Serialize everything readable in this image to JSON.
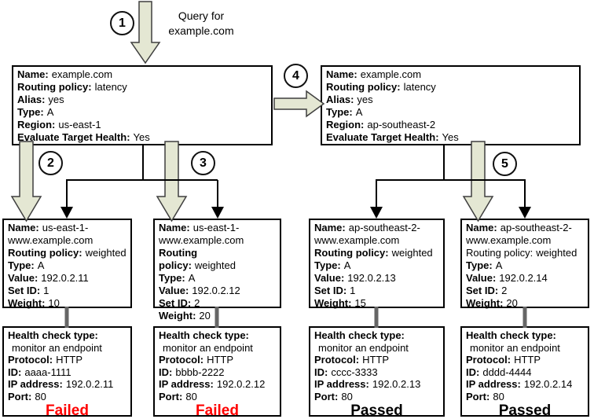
{
  "query": {
    "step": "1",
    "text": "Query for example.com"
  },
  "step_badges": [
    "1",
    "2",
    "3",
    "4",
    "5"
  ],
  "colors": {
    "arrow_fill": "#e4e7d3",
    "failed": "#ff0000",
    "passed": "#000000",
    "link_gray": "#666666"
  },
  "latency_records": [
    {
      "fields": [
        {
          "label": "Name:",
          "value": "example.com"
        },
        {
          "label": "Routing policy:",
          "value": "latency"
        },
        {
          "label": "Alias:",
          "value": "yes"
        },
        {
          "label": "Type:",
          "value": "A"
        },
        {
          "label": "Region:",
          "value": "us-east-1"
        },
        {
          "label": "Evaluate Target Health:",
          "value": "Yes"
        }
      ]
    },
    {
      "fields": [
        {
          "label": "Name:",
          "value": "example.com"
        },
        {
          "label": "Routing policy:",
          "value": "latency"
        },
        {
          "label": "Alias:",
          "value": "yes"
        },
        {
          "label": "Type:",
          "value": "A"
        },
        {
          "label": "Region:",
          "value": "ap-southeast-2"
        },
        {
          "label": "Evaluate Target Health:",
          "value": "Yes"
        }
      ]
    }
  ],
  "weighted_records": [
    {
      "fields": [
        {
          "label": "Name:",
          "value": "us-east-1-www.example.com"
        },
        {
          "label": "Routing policy:",
          "value": "weighted"
        },
        {
          "label": "Type:",
          "value": "A"
        },
        {
          "label": "Value:",
          "value": "192.0.2.11"
        },
        {
          "label": "Set ID:",
          "value": "1"
        },
        {
          "label": "Weight:",
          "value": "10"
        }
      ]
    },
    {
      "fields": [
        {
          "label": "Name:",
          "value": "us-east-1-www.example.com"
        },
        {
          "label": "Routing policy:",
          "value": "weighted"
        },
        {
          "label": "Type:",
          "value": "A"
        },
        {
          "label": "Value:",
          "value": "192.0.2.12"
        },
        {
          "label": "Set ID:",
          "value": "2"
        },
        {
          "label": "Weight:",
          "value": "20"
        }
      ]
    },
    {
      "fields": [
        {
          "label": "Name:",
          "value": "ap-southeast-2-www.example.com"
        },
        {
          "label": "Routing policy:",
          "value": "weighted"
        },
        {
          "label": "Type:",
          "value": "A"
        },
        {
          "label": "Value:",
          "value": "192.0.2.13"
        },
        {
          "label": "Set ID:",
          "value": "1"
        },
        {
          "label": "Weight:",
          "value": "15"
        }
      ]
    },
    {
      "fields": [
        {
          "label": "Name:",
          "value": "ap-southeast-2-www.example.com"
        },
        {
          "label": "Routing policy:",
          "value": "weighted"
        },
        {
          "label": "Type:",
          "value": "A"
        },
        {
          "label": "Value:",
          "value": "192.0.2.14"
        },
        {
          "label": "Set ID:",
          "value": "2"
        },
        {
          "label": "Weight:",
          "value": "20"
        }
      ]
    }
  ],
  "health_checks": [
    {
      "fields": [
        {
          "label": "Health check type:",
          "value": ""
        },
        {
          "label": "",
          "value": "monitor an endpoint"
        },
        {
          "label": "Protocol:",
          "value": "HTTP"
        },
        {
          "label": "ID:",
          "value": "aaaa-1111"
        },
        {
          "label": "IP address:",
          "value": "192.0.2.11"
        },
        {
          "label": "Port:",
          "value": "80"
        }
      ],
      "result": "Failed",
      "result_color": "#ff0000"
    },
    {
      "fields": [
        {
          "label": "Health check type:",
          "value": ""
        },
        {
          "label": "",
          "value": "monitor an endpoint"
        },
        {
          "label": "Protocol:",
          "value": "HTTP"
        },
        {
          "label": "ID:",
          "value": "bbbb-2222"
        },
        {
          "label": "IP address:",
          "value": "192.0.2.12"
        },
        {
          "label": "Port:",
          "value": "80"
        }
      ],
      "result": "Failed",
      "result_color": "#ff0000"
    },
    {
      "fields": [
        {
          "label": "Health check type:",
          "value": ""
        },
        {
          "label": "",
          "value": "monitor an endpoint"
        },
        {
          "label": "Protocol:",
          "value": "HTTP"
        },
        {
          "label": "ID:",
          "value": "cccc-3333"
        },
        {
          "label": "IP address:",
          "value": "192.0.2.13"
        },
        {
          "label": "Port:",
          "value": "80"
        }
      ],
      "result": "Passed",
      "result_color": "#000000"
    },
    {
      "fields": [
        {
          "label": "Health check type:",
          "value": ""
        },
        {
          "label": "",
          "value": "monitor an endpoint"
        },
        {
          "label": "Protocol:",
          "value": "HTTP"
        },
        {
          "label": "ID:",
          "value": "dddd-4444"
        },
        {
          "label": "IP address:",
          "value": "192.0.2.14"
        },
        {
          "label": "Port:",
          "value": "80"
        }
      ],
      "result": "Passed",
      "result_color": "#000000"
    }
  ]
}
